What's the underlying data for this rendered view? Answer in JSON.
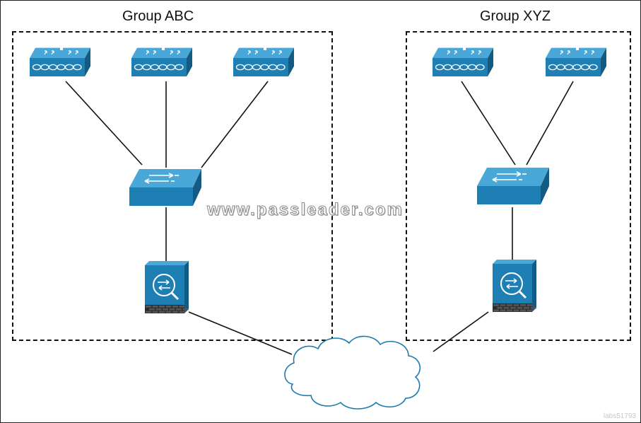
{
  "groups": {
    "abc": {
      "label": "Group ABC"
    },
    "xyz": {
      "label": "Group XYZ"
    }
  },
  "watermark": "www.passleader.com",
  "image_id": "labs51793",
  "colors": {
    "device": "#1e7fb4",
    "device_dark": "#145a82",
    "device_light": "#4aa8d8",
    "line": "#111111"
  },
  "nodes": [
    {
      "id": "abc-ap-1",
      "kind": "access-point",
      "group": "abc"
    },
    {
      "id": "abc-ap-2",
      "kind": "access-point",
      "group": "abc"
    },
    {
      "id": "abc-ap-3",
      "kind": "access-point",
      "group": "abc"
    },
    {
      "id": "abc-switch",
      "kind": "switch",
      "group": "abc"
    },
    {
      "id": "abc-firewall",
      "kind": "firewall",
      "group": "abc"
    },
    {
      "id": "xyz-ap-1",
      "kind": "access-point",
      "group": "xyz"
    },
    {
      "id": "xyz-ap-2",
      "kind": "access-point",
      "group": "xyz"
    },
    {
      "id": "xyz-switch",
      "kind": "switch",
      "group": "xyz"
    },
    {
      "id": "xyz-firewall",
      "kind": "firewall",
      "group": "xyz"
    },
    {
      "id": "wan-cloud",
      "kind": "cloud",
      "group": ""
    }
  ],
  "links": [
    [
      "abc-ap-1",
      "abc-switch"
    ],
    [
      "abc-ap-2",
      "abc-switch"
    ],
    [
      "abc-ap-3",
      "abc-switch"
    ],
    [
      "abc-switch",
      "abc-firewall"
    ],
    [
      "abc-firewall",
      "wan-cloud"
    ],
    [
      "xyz-ap-1",
      "xyz-switch"
    ],
    [
      "xyz-ap-2",
      "xyz-switch"
    ],
    [
      "xyz-switch",
      "xyz-firewall"
    ],
    [
      "xyz-firewall",
      "wan-cloud"
    ]
  ]
}
